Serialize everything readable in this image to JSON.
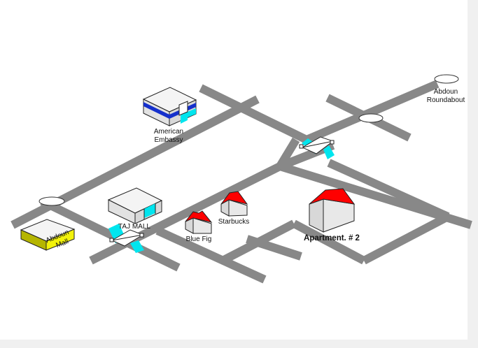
{
  "map": {
    "colors": {
      "road": "#888888",
      "roof_red": "#ff0000",
      "wall_light": "#ececec",
      "wall_mid": "#d8d8d8",
      "glass_cyan": "#00e5ee",
      "embassy_blue": "#1530cc",
      "mall_yellow": "#f2f20a",
      "mall_yellow_dark": "#b5b500",
      "outline": "#222222"
    },
    "labels": {
      "american_embassy_line1": "American",
      "american_embassy_line2": "Embassy",
      "abdoun_roundabout_line1": "Abdoun",
      "abdoun_roundabout_line2": "Roundabout",
      "taj_mall": "TAJ MALL",
      "abdoun_mall_line1": "Abdoun",
      "abdoun_mall_line2": "Mall",
      "blue_fig": "Blue Fig",
      "starbucks": "Starbucks",
      "apartment": "Apartment. # 2"
    }
  }
}
